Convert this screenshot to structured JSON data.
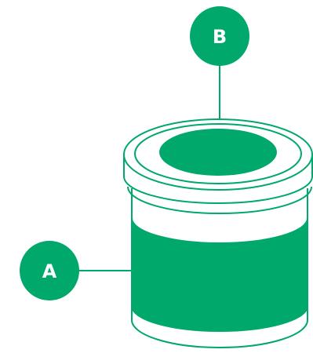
{
  "colors": {
    "accent": "#00a86b",
    "outline": "#00a86b",
    "background": "#ffffff",
    "label_text": "#ffffff"
  },
  "callouts": [
    {
      "id": "A",
      "label": "A"
    },
    {
      "id": "B",
      "label": "B"
    }
  ]
}
